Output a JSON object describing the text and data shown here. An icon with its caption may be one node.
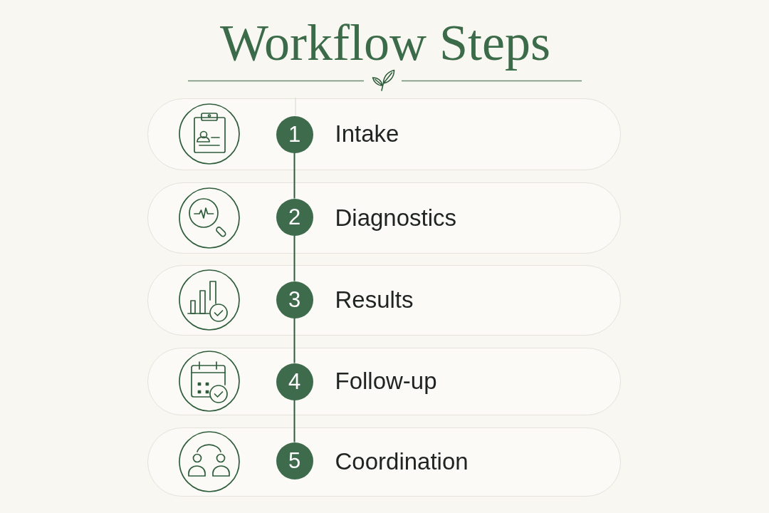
{
  "diagram": {
    "title": "Workflow Steps",
    "nodes": [
      {
        "text": [
          "Intake"
        ]
      },
      {
        "text": [
          "1"
        ],
        "in": 0
      },
      {
        "text": [
          "Diagnostics"
        ]
      },
      {
        "text": [
          "2"
        ],
        "in": 2
      },
      {
        "text": [
          "Results"
        ]
      },
      {
        "text": [
          "3"
        ],
        "in": 4
      },
      {
        "text": [
          "Follow-up"
        ]
      },
      {
        "text": [
          "4"
        ],
        "in": 6
      },
      {
        "text": [
          "Coordination"
        ]
      },
      {
        "text": [
          "5"
        ],
        "in": 8
      }
    ],
    "edges": [
      {
        "from": 1,
        "to": 3,
        "arrow": "none"
      },
      {
        "from": 3,
        "to": 5,
        "arrow": "none"
      },
      {
        "from": 5,
        "to": 7,
        "arrow": "none"
      },
      {
        "from": 7,
        "to": 9,
        "arrow": "none"
      }
    ]
  }
}
